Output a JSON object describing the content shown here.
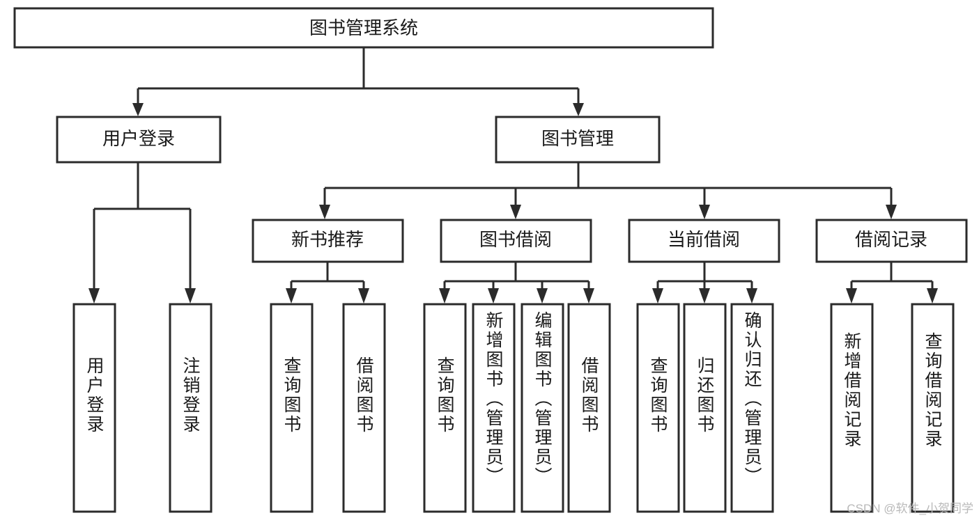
{
  "diagram": {
    "type": "hierarchy-tree",
    "title": "图书管理系统",
    "watermark": "CSDN @软件_小贺同学",
    "colors": {
      "stroke": "#2b2b2b",
      "fill": "#ffffff",
      "text": "#1a1a1a",
      "watermark": "#b9b9b9"
    },
    "root": {
      "label": "图书管理系统"
    },
    "level2": [
      {
        "label": "用户登录"
      },
      {
        "label": "图书管理"
      }
    ],
    "level3": [
      {
        "label": "新书推荐"
      },
      {
        "label": "图书借阅"
      },
      {
        "label": "当前借阅"
      },
      {
        "label": "借阅记录"
      }
    ],
    "leaves": {
      "user_login": [
        {
          "label": "用户登录"
        },
        {
          "label": "注销登录"
        }
      ],
      "new_book_recommend": [
        {
          "label": "查询图书"
        },
        {
          "label": "借阅图书"
        }
      ],
      "book_borrow": [
        {
          "label": "查询图书"
        },
        {
          "label": "新增图书（管理员）"
        },
        {
          "label": "编辑图书（管理员）"
        },
        {
          "label": "借阅图书"
        }
      ],
      "current_borrow": [
        {
          "label": "查询图书"
        },
        {
          "label": "归还图书"
        },
        {
          "label": "确认归还（管理员）"
        }
      ],
      "borrow_record": [
        {
          "label": "新增借阅记录"
        },
        {
          "label": "查询借阅记录"
        }
      ]
    }
  }
}
